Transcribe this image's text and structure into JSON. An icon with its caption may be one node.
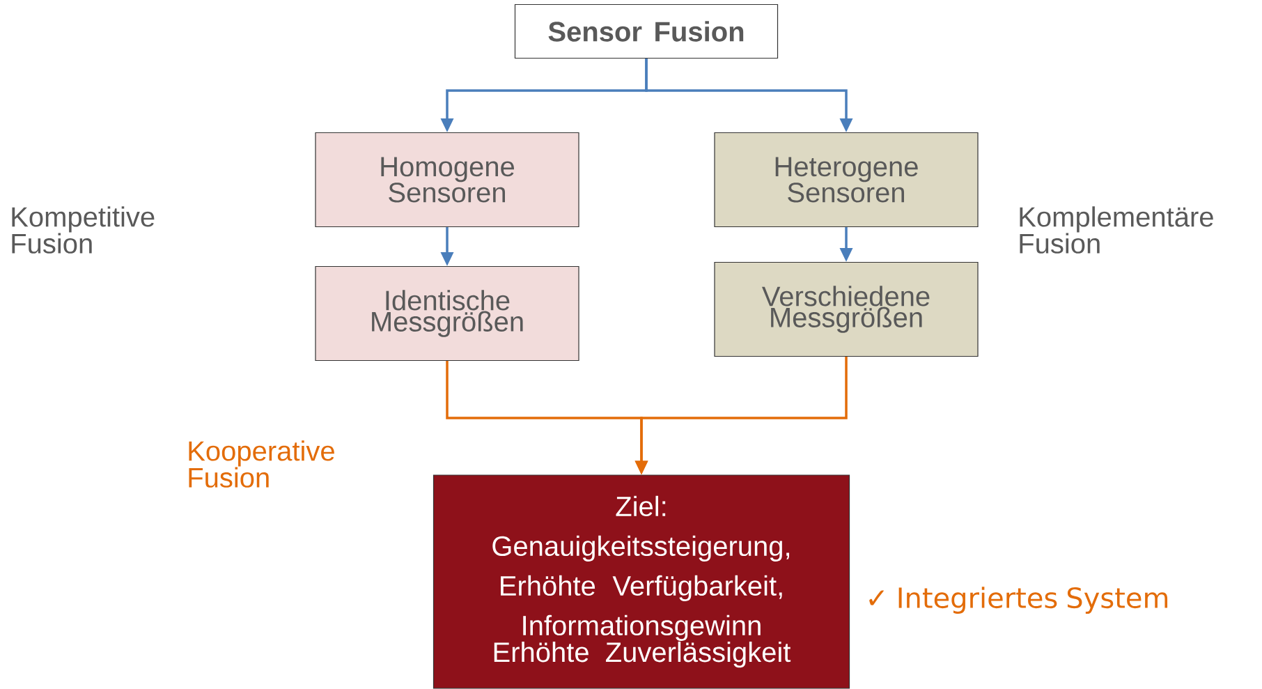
{
  "diagram": {
    "nodes": [
      {
        "text": [
          "Sensor Fusion"
        ]
      },
      {
        "text": [
          "Homogene Sensoren"
        ]
      },
      {
        "text": [
          "Heterogene Sensoren"
        ]
      },
      {
        "text": [
          "Identische Messgrößen"
        ]
      },
      {
        "text": [
          "Verschiedene Messgrößen"
        ]
      },
      {
        "text": [
          "Ziel:",
          "Genauigkeitssteigerung,",
          "Erhöhte Verfügbarkeit,",
          "Informationsgewinn",
          "Erhöhte Zuverlässigkeit"
        ]
      }
    ],
    "edges": [
      {
        "from": 0,
        "to": 1,
        "arrow": "to"
      },
      {
        "from": 0,
        "to": 2,
        "arrow": "to"
      },
      {
        "from": 1,
        "to": 3,
        "arrow": "to"
      },
      {
        "from": 2,
        "to": 4,
        "arrow": "to"
      },
      {
        "from": 3,
        "to": 5,
        "arrow": "to",
        "color": "#e36c09"
      },
      {
        "from": 4,
        "to": 5,
        "arrow": "to",
        "color": "#e36c09"
      }
    ],
    "labels": [
      "Kompetitive Fusion",
      "Komplementäre Fusion",
      "Kooperative Fusion",
      "✓ Integriertes System"
    ]
  }
}
